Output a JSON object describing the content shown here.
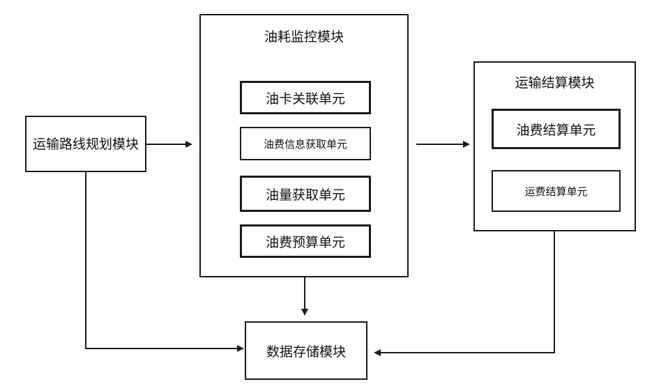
{
  "route_module": {
    "label": "运输路线规划模块"
  },
  "oil_module": {
    "title": "油耗监控模块",
    "units": [
      {
        "label": "油卡关联单元"
      },
      {
        "label": "油费信息获取单元"
      },
      {
        "label": "油量获取单元"
      },
      {
        "label": "油费预算单元"
      }
    ]
  },
  "settle_module": {
    "title": "运输结算模块",
    "units": [
      {
        "label": "油费结算单元"
      },
      {
        "label": "运费结算单元"
      }
    ]
  },
  "storage_module": {
    "label": "数据存储模块"
  }
}
